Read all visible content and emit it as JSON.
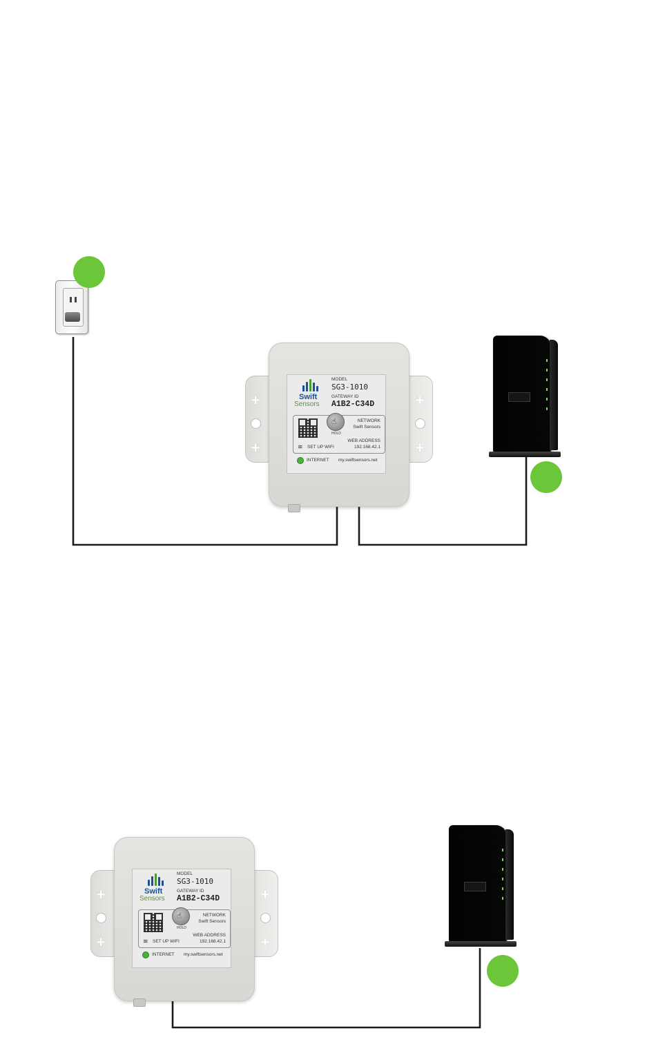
{
  "colors": {
    "badge": "#6cc63a",
    "wire": "#1c1c1c",
    "brand_blue": "#1b4f9c",
    "brand_green": "#4a9c34"
  },
  "icons": [
    "power-outlet-icon",
    "router-icon",
    "hand-press-icon",
    "wifi-icon"
  ],
  "gateway_label": {
    "model_caption": "MODEL",
    "model": "SG3-1010",
    "gateway_caption": "GATEWAY ID",
    "gateway_id": "A1B2-C34D",
    "brand_line1": "Swift",
    "brand_line2": "Sensors",
    "hold": "HOLD",
    "network_caption": "NETWORK",
    "network": "Swift Sensors",
    "web_caption": "WEB ADDRESS",
    "web_address": "192.168.42.1",
    "setup_wifi": "SET UP WIFI",
    "internet": "INTERNET",
    "portal": "my.swiftsensors.net"
  }
}
